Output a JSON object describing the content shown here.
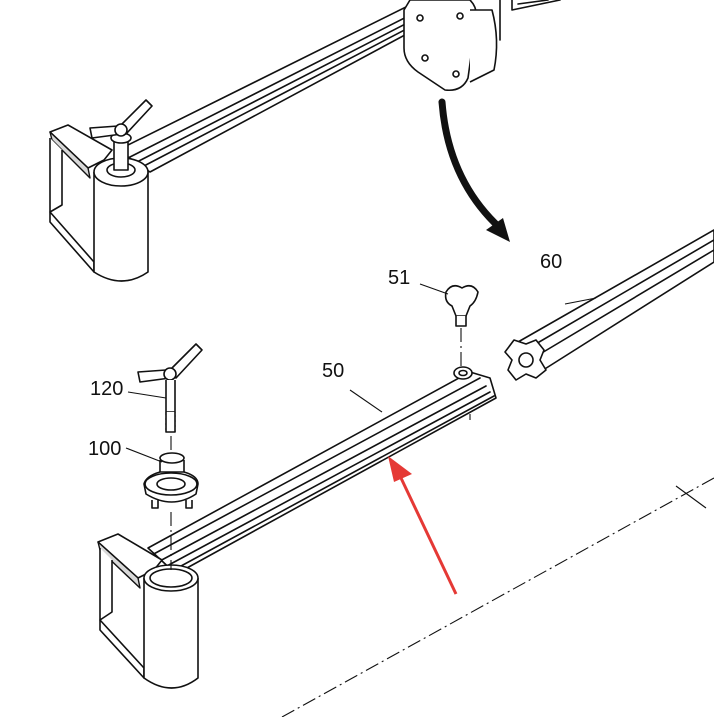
{
  "labels": {
    "part_50": "50",
    "part_51": "51",
    "part_60": "60",
    "part_100": "100",
    "part_120": "120"
  },
  "colors": {
    "line": "#111111",
    "shade": "#d8d8d8",
    "pointer_arrow": "#e53935"
  }
}
